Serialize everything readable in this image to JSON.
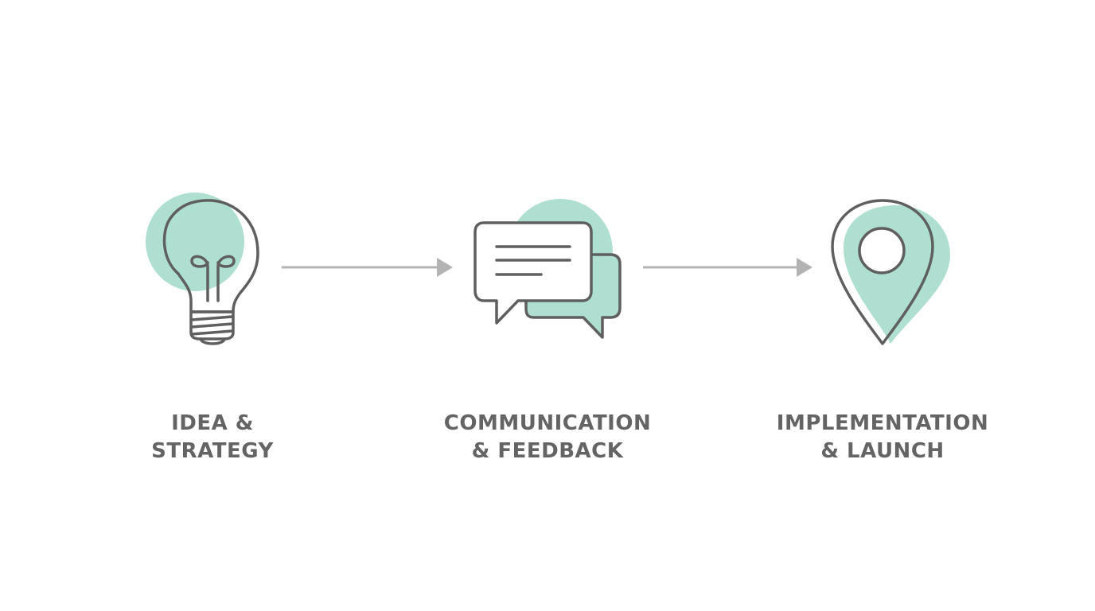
{
  "colors": {
    "accent": "#aedfd0",
    "stroke": "#5f5f5f",
    "arrow": "#b3b3b3",
    "label": "#646464",
    "background": "#ffffff"
  },
  "steps": [
    {
      "icon": "lightbulb-icon",
      "label_line1": "IDEA &",
      "label_line2": "STRATEGY"
    },
    {
      "icon": "chat-bubbles-icon",
      "label_line1": "COMMUNICATION",
      "label_line2": "& FEEDBACK"
    },
    {
      "icon": "location-pin-icon",
      "label_line1": "IMPLEMENTATION",
      "label_line2": "& LAUNCH"
    }
  ],
  "connectors": [
    {
      "from": 1,
      "to": 2,
      "icon": "arrow-right-icon"
    },
    {
      "from": 2,
      "to": 3,
      "icon": "arrow-right-icon"
    }
  ]
}
